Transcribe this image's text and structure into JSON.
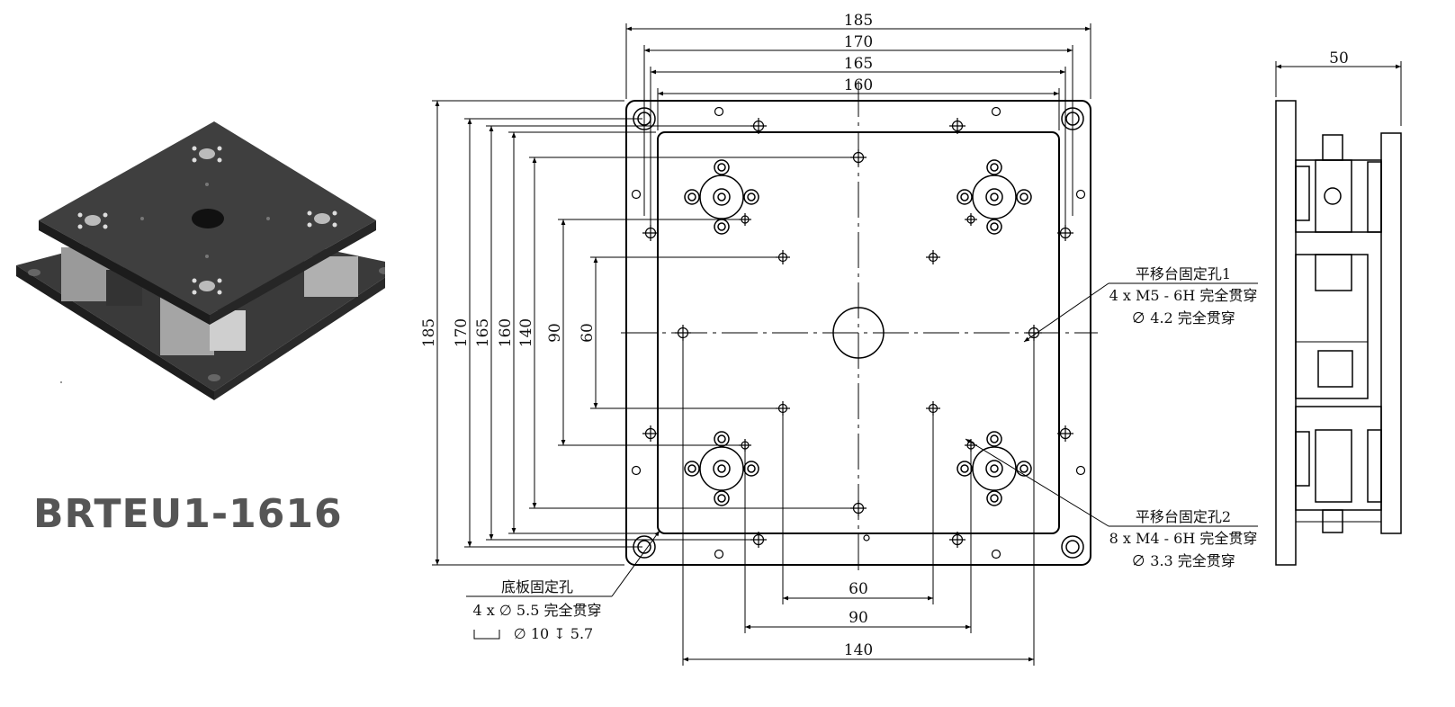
{
  "product": {
    "name": "BRTEU1-1616"
  },
  "top_view": {
    "horizontal_dims_top": [
      "185",
      "170",
      "165",
      "160"
    ],
    "vertical_dims_left": [
      "185",
      "170",
      "165",
      "160",
      "140",
      "90",
      "60"
    ],
    "horizontal_dims_bottom": [
      "60",
      "90",
      "140"
    ]
  },
  "side_view": {
    "height_dim": "50"
  },
  "callouts": {
    "stage_holes_1": {
      "title": "平移台固定孔1",
      "line1": "4 x  M5 - 6H 完全贯穿",
      "line2": "∅ 4.2 完全贯穿"
    },
    "stage_holes_2": {
      "title": "平移台固定孔2",
      "line1": "8 x  M4 - 6H 完全贯穿",
      "line2": "∅ 3.3 完全贯穿"
    },
    "base_holes": {
      "title": "底板固定孔",
      "line1": "4 x  ∅  5.5 完全贯穿",
      "line2": "∅  10  ↧  5.7"
    }
  }
}
